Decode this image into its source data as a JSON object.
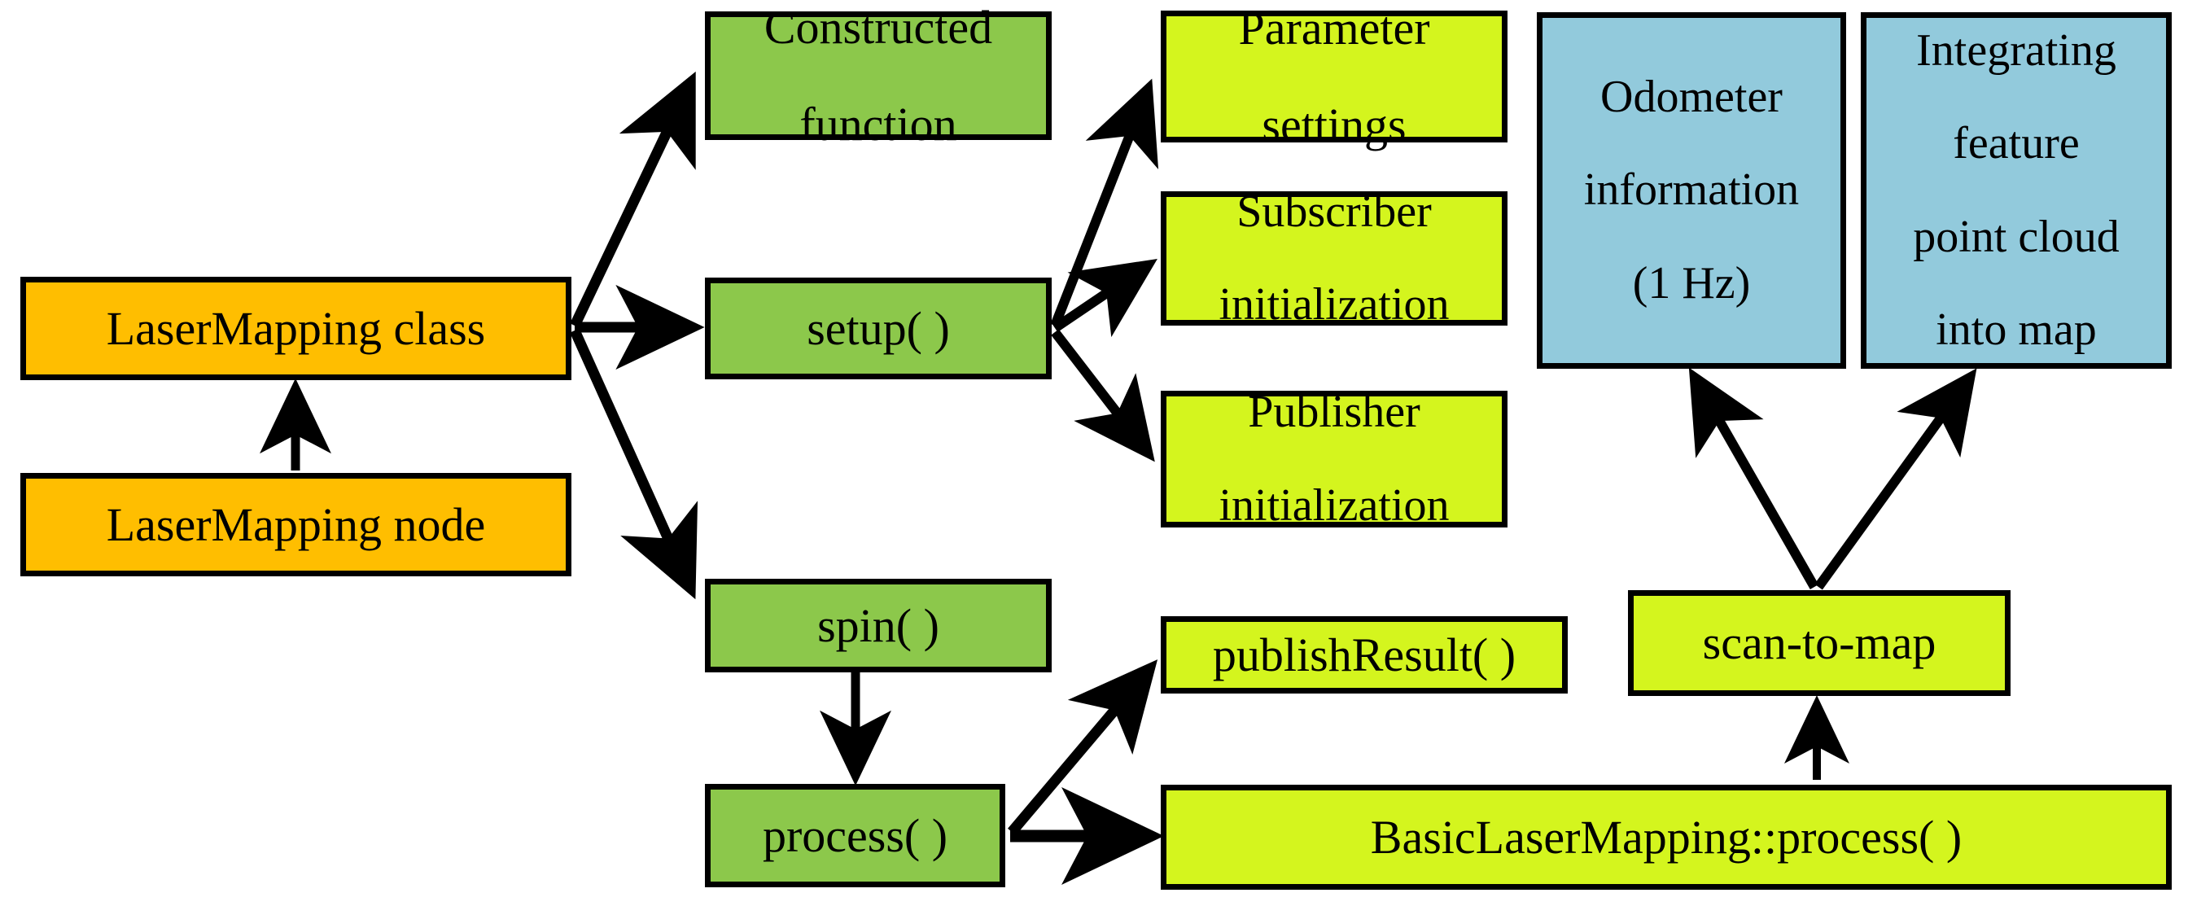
{
  "diagram": {
    "title": "LaserMapping class structure flow",
    "colors": {
      "orange": "#FFBE00",
      "green": "#8CC84B",
      "lime": "#D4F51E",
      "blue": "#92CADC",
      "stroke": "#000000",
      "background": "#FFFFFF"
    },
    "nodes": [
      {
        "id": "laser_mapping_node",
        "label": "LaserMapping node",
        "color": "orange"
      },
      {
        "id": "laser_mapping_class",
        "label": "LaserMapping class",
        "color": "orange"
      },
      {
        "id": "constructed_function",
        "line1": "Constructed",
        "line2": "function",
        "color": "green"
      },
      {
        "id": "setup",
        "label": "setup( )",
        "color": "green"
      },
      {
        "id": "spin",
        "label": "spin( )",
        "color": "green"
      },
      {
        "id": "process",
        "label": "process( )",
        "color": "green"
      },
      {
        "id": "parameter_settings",
        "line1": "Parameter",
        "line2": "settings",
        "color": "lime"
      },
      {
        "id": "subscriber_initialization",
        "line1": "Subscriber",
        "line2": "initialization",
        "color": "lime"
      },
      {
        "id": "publisher_initialization",
        "line1": "Publisher",
        "line2": "initialization",
        "color": "lime"
      },
      {
        "id": "publish_result",
        "label": "publishResult( )",
        "color": "lime"
      },
      {
        "id": "scan_to_map",
        "label": "scan-to-map",
        "color": "lime"
      },
      {
        "id": "basic_laser_mapping_process",
        "label": "BasicLaserMapping::process( )",
        "color": "lime"
      },
      {
        "id": "odometer_information",
        "line1": "Odometer",
        "line2": "information",
        "line3": "(1 Hz)",
        "color": "blue"
      },
      {
        "id": "integrating_feature_point_cloud",
        "line1": "Integrating",
        "line2": "feature",
        "line3": "point cloud",
        "line4": "into map",
        "color": "blue"
      }
    ],
    "edges": [
      {
        "from": "laser_mapping_node",
        "to": "laser_mapping_class"
      },
      {
        "from": "laser_mapping_class",
        "to": "constructed_function"
      },
      {
        "from": "laser_mapping_class",
        "to": "setup"
      },
      {
        "from": "laser_mapping_class",
        "to": "spin"
      },
      {
        "from": "setup",
        "to": "parameter_settings"
      },
      {
        "from": "setup",
        "to": "subscriber_initialization"
      },
      {
        "from": "setup",
        "to": "publisher_initialization"
      },
      {
        "from": "spin",
        "to": "process"
      },
      {
        "from": "process",
        "to": "publish_result"
      },
      {
        "from": "process",
        "to": "basic_laser_mapping_process"
      },
      {
        "from": "basic_laser_mapping_process",
        "to": "scan_to_map"
      },
      {
        "from": "scan_to_map",
        "to": "odometer_information"
      },
      {
        "from": "scan_to_map",
        "to": "integrating_feature_point_cloud"
      }
    ]
  }
}
